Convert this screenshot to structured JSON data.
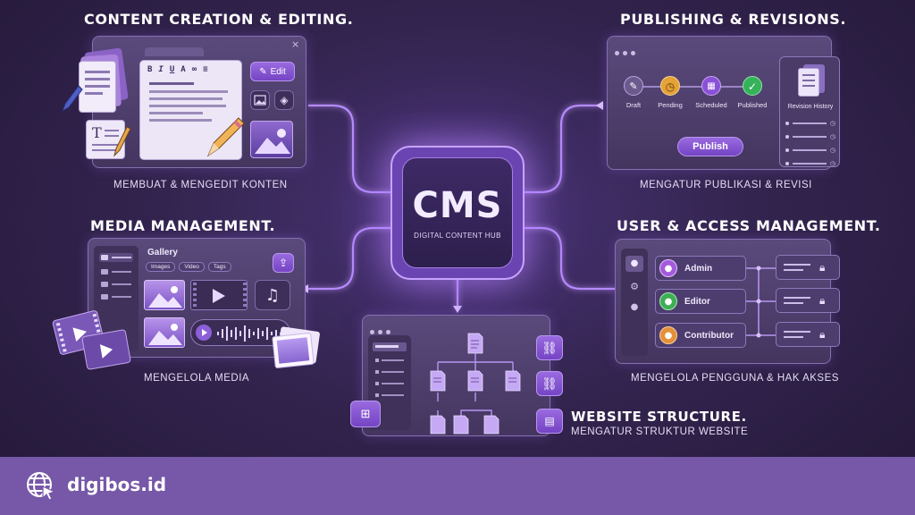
{
  "hub": {
    "title": "CMS",
    "subtitle": "DIGITAL CONTENT HUB"
  },
  "content": {
    "heading": "CONTENT CREATION & EDITING.",
    "caption": "MEMBUAT & MENGEDIT KONTEN",
    "toolbar": [
      "B",
      "I",
      "U",
      "A"
    ],
    "edit_label": "Edit"
  },
  "publishing": {
    "heading": "PUBLISHING & REVISIONS.",
    "caption": "MENGATUR PUBLIKASI & REVISI",
    "steps": [
      {
        "label": "Draft",
        "color": "#6c5a8e"
      },
      {
        "label": "Pending",
        "color": "#e5a237"
      },
      {
        "label": "Scheduled",
        "color": "#8a52d6"
      },
      {
        "label": "Published",
        "color": "#35b25a"
      }
    ],
    "publish_label": "Publish",
    "history_label": "Revision History"
  },
  "media": {
    "heading": "MEDIA MANAGEMENT.",
    "caption": "MENGELOLA MEDIA",
    "gallery_label": "Gallery",
    "filters": [
      "Images",
      "Video",
      "Tags"
    ]
  },
  "users": {
    "heading": "USER & ACCESS MANAGEMENT.",
    "caption": "MENGELOLA PENGGUNA & HAK AKSES",
    "roles": [
      {
        "label": "Admin",
        "color": "#a35bdc"
      },
      {
        "label": "Editor",
        "color": "#3fae54"
      },
      {
        "label": "Contributor",
        "color": "#e3913a"
      }
    ]
  },
  "structure": {
    "heading": "WEBSITE STRUCTURE.",
    "caption": "MENGATUR STRUKTUR WEBSITE"
  },
  "brand": {
    "name": "digibos.id"
  }
}
